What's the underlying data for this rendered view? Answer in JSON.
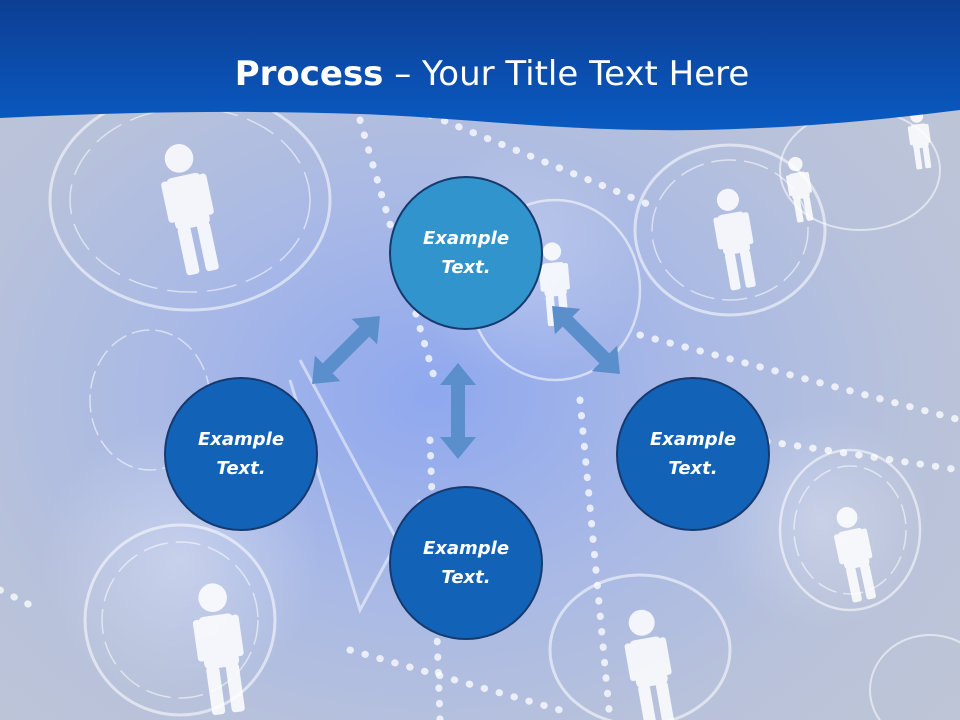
{
  "slide": {
    "title_bold": "Process",
    "title_rest": " – Your Title Text Here"
  },
  "nodes": {
    "top": "Example Text.",
    "left": "Example Text.",
    "right": "Example Text.",
    "bottom": "Example Text."
  },
  "colors": {
    "header": "#0a56b8",
    "node_accent": "#3294cc",
    "node_primary": "#1263b8",
    "node_border": "#173a6e",
    "arrow": "#5b8fcb"
  },
  "icons": [
    "person-icon",
    "double-arrow-icon"
  ]
}
